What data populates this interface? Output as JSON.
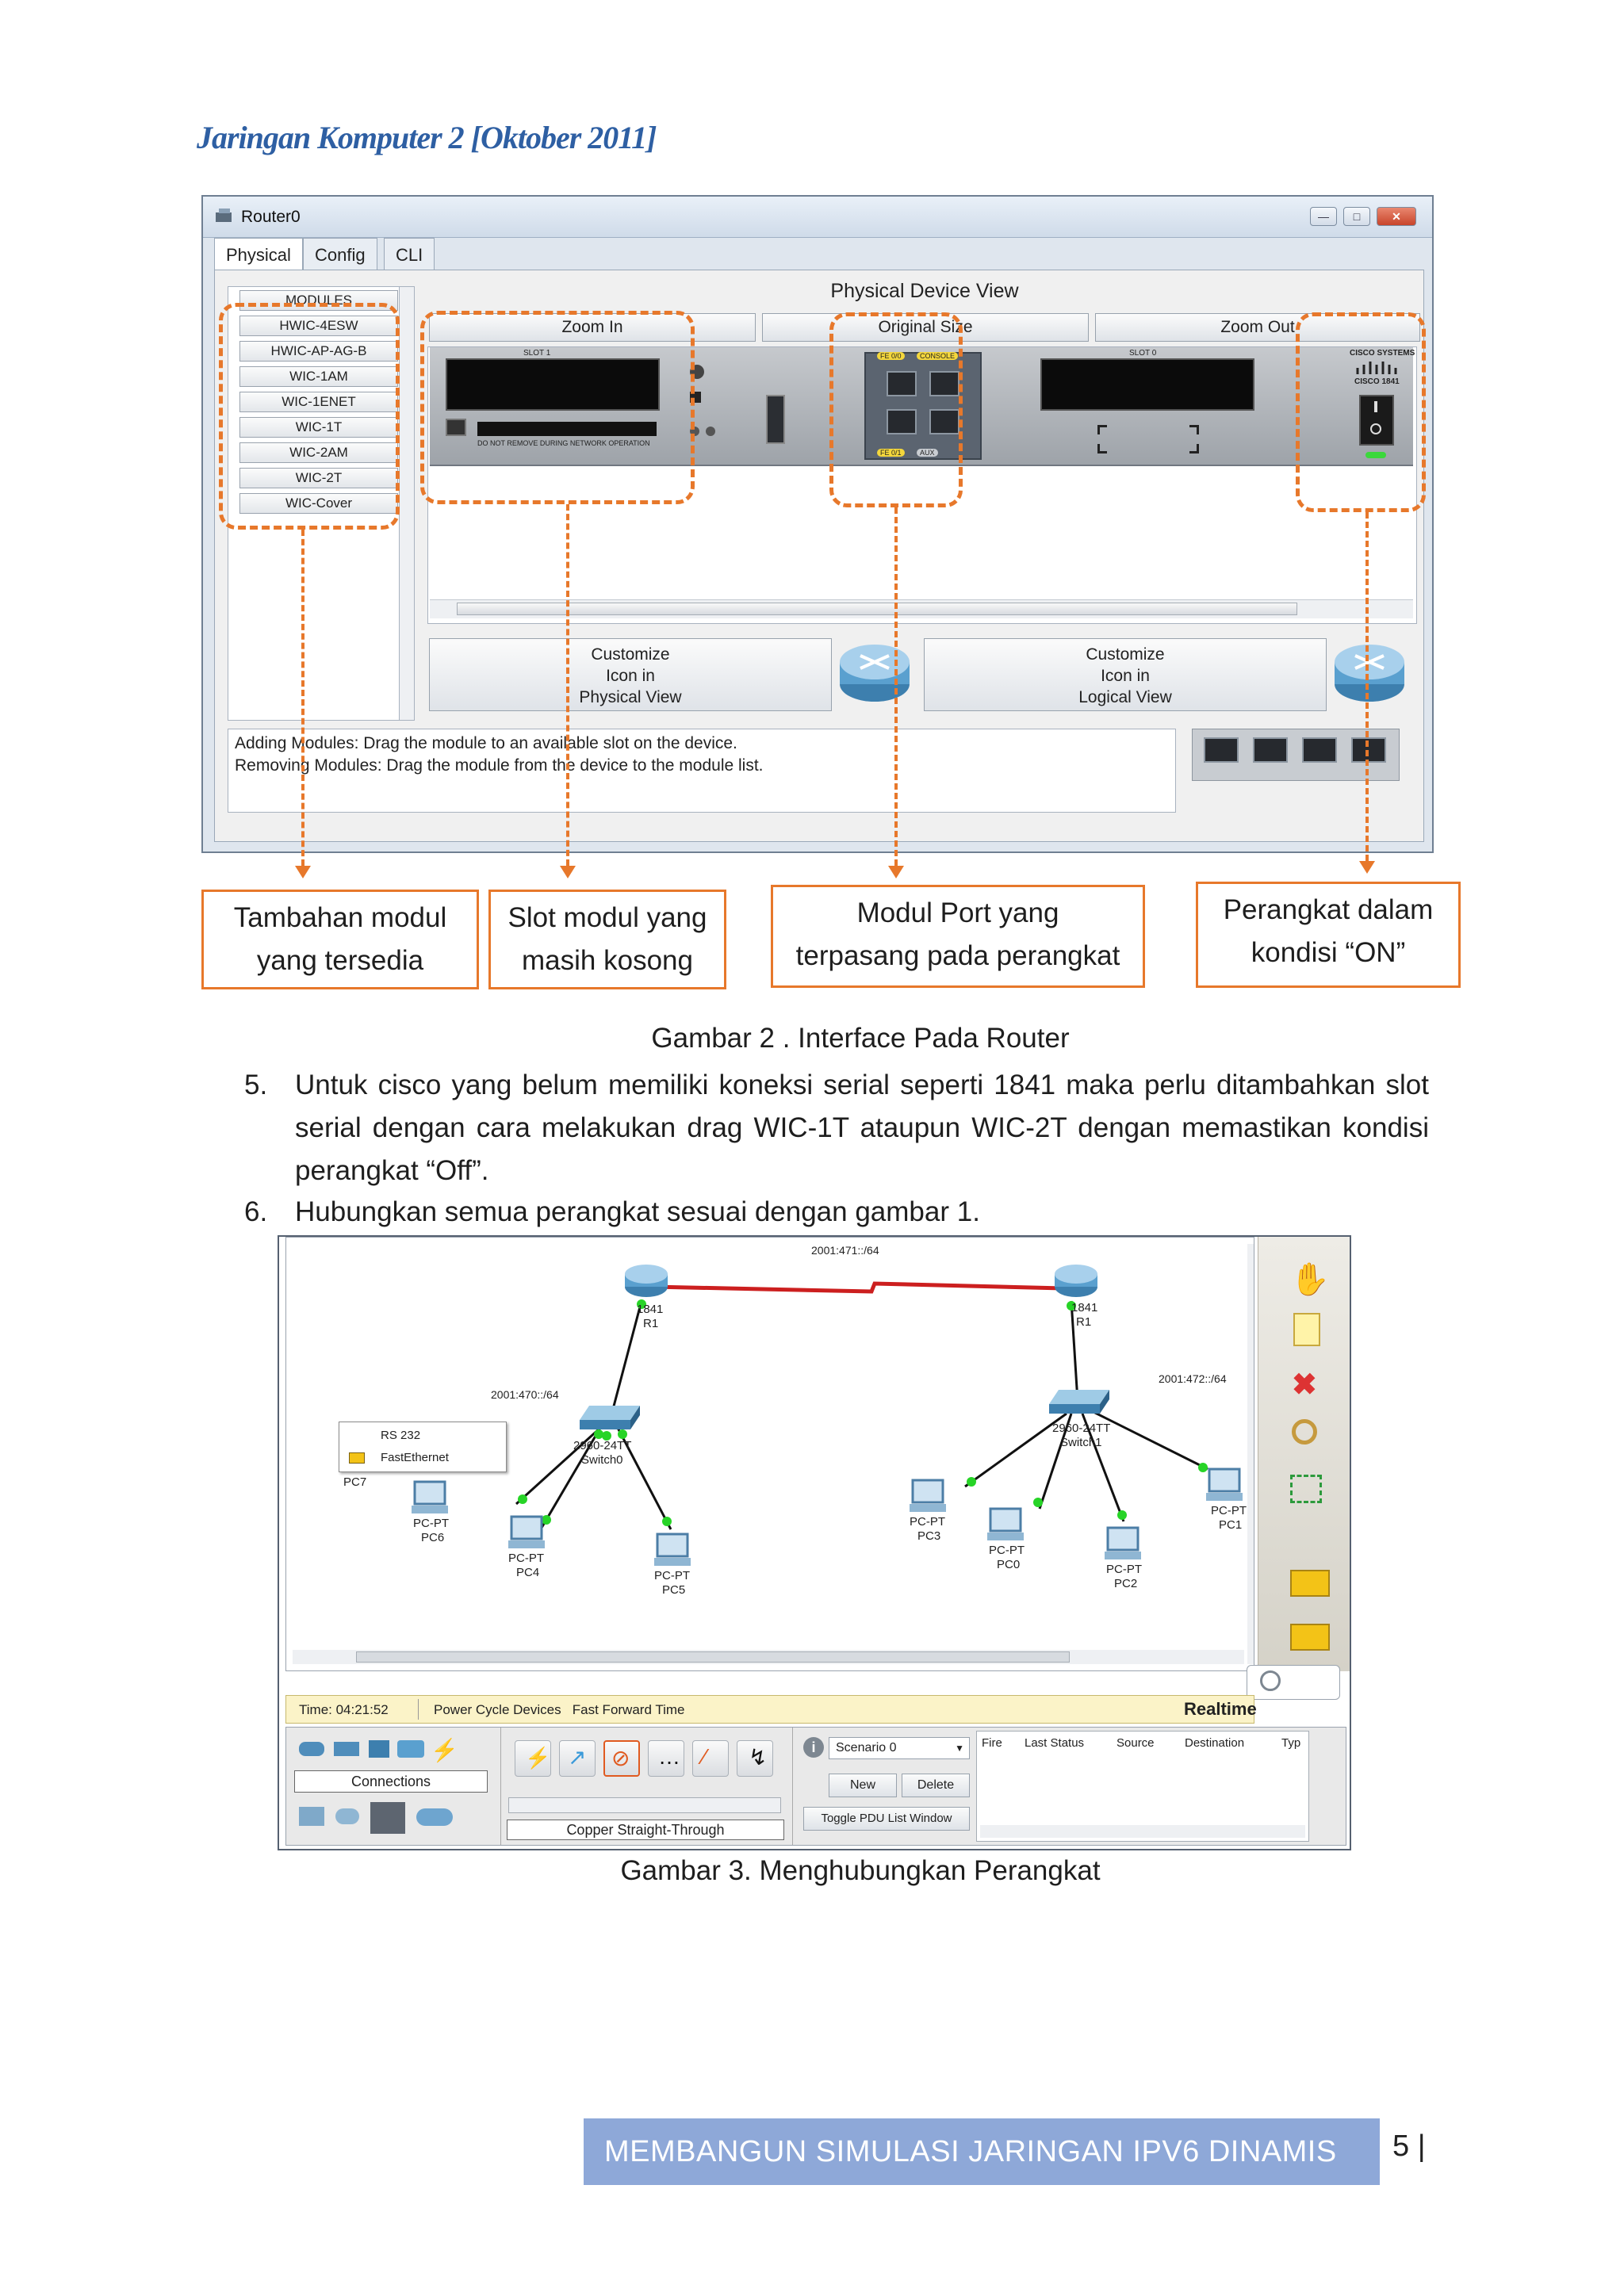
{
  "header": {
    "running_head": "Jaringan Komputer 2   [Oktober 2011]"
  },
  "figure2": {
    "window_title": "Router0",
    "tabs": [
      "Physical",
      "Config",
      "CLI"
    ],
    "modules_header": "MODULES",
    "modules": [
      "HWIC-4ESW",
      "HWIC-AP-AG-B",
      "WIC-1AM",
      "WIC-1ENET",
      "WIC-1T",
      "WIC-2AM",
      "WIC-2T",
      "WIC-Cover"
    ],
    "view_title": "Physical Device View",
    "zoom_buttons": [
      "Zoom In",
      "Original Size",
      "Zoom Out"
    ],
    "device": {
      "slot1_label": "SLOT 1",
      "slot0_label": "SLOT 0",
      "warning": "DO NOT REMOVE DURING NETWORK OPERATION",
      "brand": "CISCO SYSTEMS",
      "model": "CISCO 1841",
      "port_labels": [
        "FE 0/0",
        "FE 0/1",
        "CONSOLE",
        "AUX"
      ],
      "power_state": "ON"
    },
    "customize_physical": [
      "Customize",
      "Icon in",
      "Physical View"
    ],
    "customize_logical": [
      "Customize",
      "Icon in",
      "Logical View"
    ],
    "info_lines": [
      "Adding Modules: Drag the module to an available slot on the device.",
      "Removing Modules: Drag the module from the device to the module list."
    ],
    "callouts": [
      [
        "Tambahan modul",
        "yang tersedia"
      ],
      [
        "Slot modul yang",
        "masih kosong"
      ],
      [
        "Modul Port yang",
        "terpasang pada perangkat"
      ],
      [
        "Perangkat dalam",
        "kondisi “ON”"
      ]
    ],
    "caption": "Gambar 2 . Interface Pada Router"
  },
  "steps": [
    {
      "num": "5.",
      "text": "Untuk cisco yang belum memiliki koneksi serial seperti 1841 maka perlu ditambahkan slot serial dengan cara melakukan drag WIC-1T ataupun WIC-2T dengan memastikan kondisi perangkat “Off”."
    },
    {
      "num": "6.",
      "text": "Hubungkan semua perangkat sesuai dengan gambar 1."
    }
  ],
  "figure3": {
    "networks": [
      "2001:471::/64",
      "2001:470::/64",
      "2001:472::/64"
    ],
    "routers": [
      {
        "model": "1841",
        "name": "R1"
      },
      {
        "model": "1841",
        "name": "R1"
      }
    ],
    "switches": [
      {
        "model": "2960-24TT",
        "name": "Switch0"
      },
      {
        "model": "2960-24TT",
        "name": "Switch1"
      }
    ],
    "pcs": [
      {
        "type": "PC-PT",
        "name": "PC6"
      },
      {
        "type": "PC-PT",
        "name": "PC4"
      },
      {
        "type": "PC-PT",
        "name": "PC5"
      },
      {
        "type": "PC-PT",
        "name": "PC3"
      },
      {
        "type": "PC-PT",
        "name": "PC0"
      },
      {
        "type": "PC-PT",
        "name": "PC2"
      },
      {
        "type": "PC-PT",
        "name": "PC1"
      }
    ],
    "pc7_label": "PC7",
    "popup": [
      "RS 232",
      "FastEthernet"
    ],
    "status": {
      "time": "Time: 04:21:52",
      "actions": "Power Cycle Devices   Fast Forward Time",
      "mode": "Realtime"
    },
    "connections_label": "Connections",
    "cable_label": "Copper Straight-Through",
    "scenario": "Scenario 0",
    "scenario_buttons": [
      "New",
      "Delete"
    ],
    "toggle_pdu": "Toggle PDU List Window",
    "pdu_columns": [
      "Fire",
      "Last Status",
      "Source",
      "Destination",
      "Typ"
    ],
    "caption": "Gambar 3. Menghubungkan Perangkat"
  },
  "footer": {
    "band": "MEMBANGUN SIMULASI JARINGAN IPV6  DINAMIS",
    "page": "5 |"
  }
}
